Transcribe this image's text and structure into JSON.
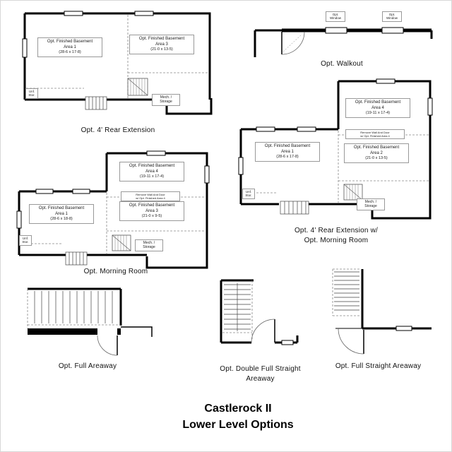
{
  "title": {
    "l1": "Castlerock II",
    "l2": "Lower Level Options"
  },
  "plans": {
    "rear_ext": {
      "caption": "Opt. 4' Rear Extension",
      "area1": {
        "l1": "Opt. Finished Basement",
        "l2": "Area 1",
        "l3": "(28-6 x 17-8)"
      },
      "area3": {
        "l1": "Opt. Finished Basement",
        "l2": "Area 3",
        "l3": "(21-0 x 13-5)"
      },
      "mech": {
        "l1": "Mech. /",
        "l2": "Storage"
      },
      "unf": {
        "l1": "Unf.",
        "l2": "Stor."
      }
    },
    "walkout": {
      "caption": "Opt. Walkout",
      "window": {
        "l1": "Opt.",
        "l2": "Window"
      }
    },
    "morning": {
      "caption": "Opt. Morning Room",
      "area4": {
        "l1": "Opt. Finished Basement",
        "l2": "Area 4",
        "l3": "(19-11 x 17-4)"
      },
      "area1": {
        "l1": "Opt. Finished Basement",
        "l2": "Area 1",
        "l3": "(28-6 x 18-8)"
      },
      "area3": {
        "l1": "Opt. Finished Basement",
        "l2": "Area 3",
        "l3": "(21-0 x 9-5)"
      },
      "mech": {
        "l1": "Mech. /",
        "l2": "Storage"
      },
      "note": {
        "l1": "Remove Wall And Door",
        "l2": "w/ Opt. Finished Area 4"
      },
      "unf": {
        "l1": "Unf.",
        "l2": "Stor."
      }
    },
    "rear_ext_morning": {
      "caption1": "Opt. 4' Rear Extension w/",
      "caption2": "Opt. Morning Room",
      "area4": {
        "l1": "Opt. Finished Basement",
        "l2": "Area 4",
        "l3": "(19-11 x 17-4)"
      },
      "area1": {
        "l1": "Opt. Finished Basement",
        "l2": "Area 1",
        "l3": "(28-6 x 17-8)"
      },
      "area2": {
        "l1": "Opt. Finished Basement",
        "l2": "Area 2",
        "l3": "(21-0 x 13-5)"
      },
      "mech": {
        "l1": "Mech. /",
        "l2": "Storage"
      },
      "note": {
        "l1": "Remove Wall And Door",
        "l2": "w/ Opt. Finished Area 4"
      },
      "unf": {
        "l1": "Unf.",
        "l2": "Stor."
      }
    },
    "full_areaway": {
      "caption": "Opt. Full Areaway"
    },
    "double_areaway": {
      "caption1": "Opt. Double Full Straight",
      "caption2": "Areaway"
    },
    "straight_areaway": {
      "caption": "Opt. Full Straight Areaway"
    }
  }
}
